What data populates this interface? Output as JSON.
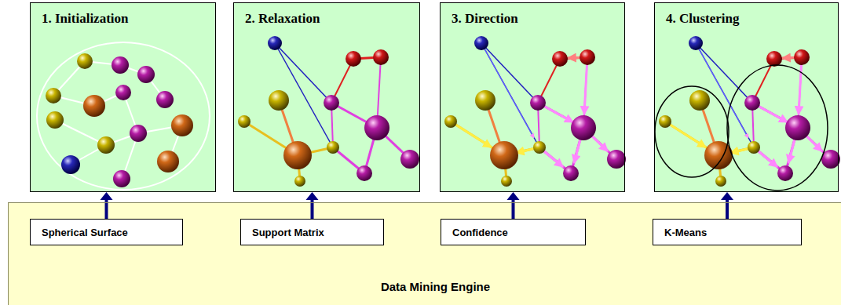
{
  "diagram": {
    "nodes": [
      {
        "text": [
          "1. Initialization"
        ]
      },
      {
        "text": [
          "2. Relaxation"
        ]
      },
      {
        "text": [
          "3. Direction"
        ]
      },
      {
        "text": [
          "4. Clustering"
        ]
      },
      {
        "text": [
          "Data Mining Engine"
        ]
      },
      {
        "text": [
          "Spherical Surface"
        ],
        "in": 4
      },
      {
        "text": [
          "Support Matrix"
        ],
        "in": 4
      },
      {
        "text": [
          "Confidence"
        ],
        "in": 4
      },
      {
        "text": [
          "K-Means"
        ],
        "in": 4
      }
    ],
    "edges": [
      {
        "from": 5,
        "to": 0,
        "arrow": "to"
      },
      {
        "from": 6,
        "to": 1,
        "arrow": "to"
      },
      {
        "from": 7,
        "to": 2,
        "arrow": "to"
      },
      {
        "from": 8,
        "to": 3,
        "arrow": "to"
      }
    ]
  }
}
